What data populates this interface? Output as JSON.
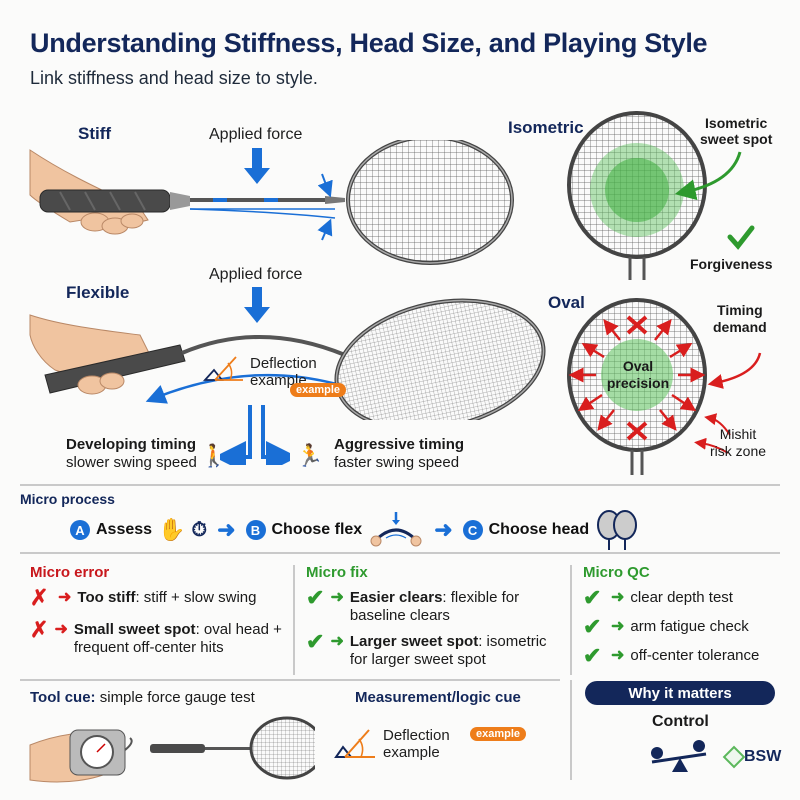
{
  "header": {
    "title": "Understanding Stiffness, Head Size, and Playing Style",
    "subtitle": "Link stiffness and head size to style."
  },
  "stiff_panel": {
    "label": "Stiff",
    "force_label": "Applied force"
  },
  "flexible_panel": {
    "label": "Flexible",
    "force_label": "Applied force",
    "deflection_text_line1": "Deflection",
    "deflection_text_line2": "example",
    "deflection_badge": "example",
    "developing": {
      "title": "Developing timing",
      "desc": "slower swing speed"
    },
    "aggressive": {
      "title": "Aggressive timing",
      "desc": "faster swing speed"
    }
  },
  "isometric_panel": {
    "label": "Isometric",
    "sweet_spot_line1": "Isometric",
    "sweet_spot_line2": "sweet spot",
    "benefit": "Forgiveness"
  },
  "oval_panel": {
    "label": "Oval",
    "center_line1": "Oval",
    "center_line2": "precision",
    "timing_line1": "Timing",
    "timing_line2": "demand",
    "mishit_line1": "Mishit",
    "mishit_line2": "risk zone"
  },
  "micro_process": {
    "heading": "Micro process",
    "steps": [
      {
        "letter": "A",
        "label": "Assess"
      },
      {
        "letter": "B",
        "label": "Choose flex"
      },
      {
        "letter": "C",
        "label": "Choose head"
      }
    ]
  },
  "micro_error": {
    "heading": "Micro error",
    "items": [
      {
        "bold": "Too stiff",
        "rest": ": stiff + slow swing"
      },
      {
        "bold": "Small sweet spot",
        "rest": ": oval head + frequent off-center hits"
      }
    ]
  },
  "micro_fix": {
    "heading": "Micro fix",
    "items": [
      {
        "bold": "Easier clears",
        "rest": ": flexible for baseline clears"
      },
      {
        "bold": "Larger sweet spot",
        "rest": ": isometric for larger sweet spot"
      }
    ]
  },
  "micro_qc": {
    "heading": "Micro QC",
    "items": [
      "clear depth test",
      "arm fatigue check",
      "off-center tolerance"
    ]
  },
  "tool_cue": {
    "label_bold": "Tool cue:",
    "label_rest": " simple force gauge test"
  },
  "measurement_cue": {
    "heading": "Measurement/logic cue",
    "text_line1": "Deflection",
    "text_line2": "example",
    "badge": "example"
  },
  "why_it_matters": {
    "pill": "Why it matters",
    "value": "Control"
  },
  "logo": {
    "text": "BSW"
  },
  "colors": {
    "navy": "#13275a",
    "blue_accent": "#1a6fd6",
    "red": "#d91e1e",
    "green": "#2e9a2e",
    "orange": "#ee7d1a"
  }
}
